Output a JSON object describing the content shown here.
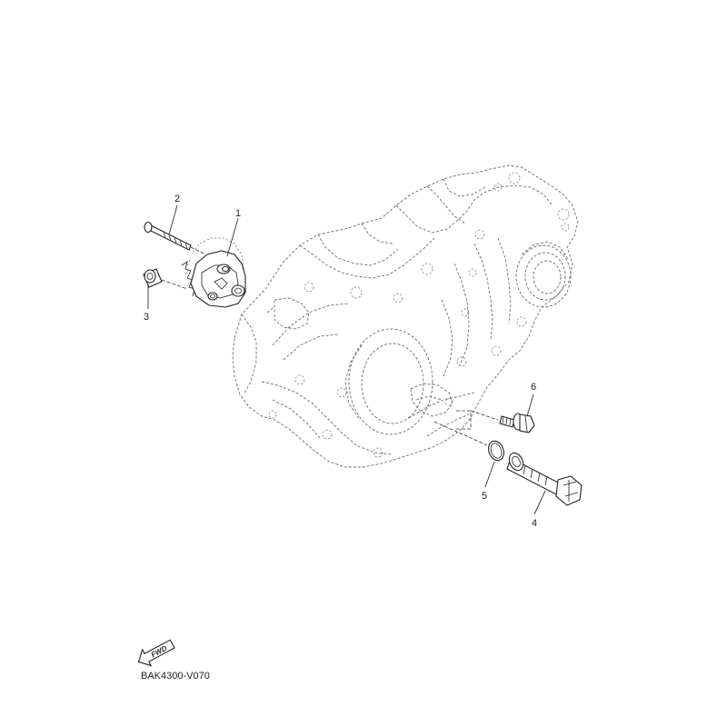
{
  "diagram": {
    "callouts": [
      {
        "id": "1",
        "label": "1"
      },
      {
        "id": "2",
        "label": "2"
      },
      {
        "id": "3",
        "label": "3"
      },
      {
        "id": "4",
        "label": "4"
      },
      {
        "id": "5",
        "label": "5"
      },
      {
        "id": "6",
        "label": "6"
      }
    ],
    "fwd_label": "FWD",
    "drawing_code": "BAK4300-V070"
  }
}
